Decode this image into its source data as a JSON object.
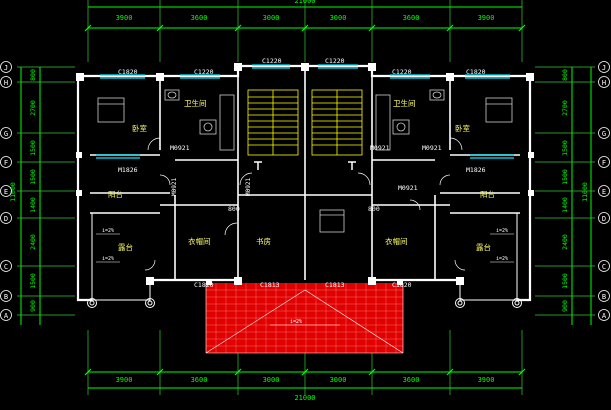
{
  "colors": {
    "background": "#000000",
    "dimension": "#00ff00",
    "grid_axis": "#33cc33",
    "wall": "#ffffff",
    "wall_fill": "#c8c8c8",
    "window": "#00e5ff",
    "room_text": "#ffff66",
    "annotation": "#ffffff",
    "bubble": "#ffffff",
    "terrace": "#e00000",
    "stair": "#ffff00",
    "furniture": "#cccccc"
  },
  "dimensions": {
    "top_segments": [
      "3900",
      "3600",
      "3000",
      "3000",
      "3600",
      "3900"
    ],
    "bottom_segments": [
      "3900",
      "3600",
      "3000",
      "3000",
      "3600",
      "3900"
    ],
    "bottom_total": "21000",
    "top_total": "21000",
    "left_segments": [
      "800",
      "2700",
      "1500",
      "1500",
      "1400",
      "2400",
      "1500",
      "900"
    ],
    "left_total": "11000",
    "right_segments": [
      "800",
      "2700",
      "1500",
      "1500",
      "1400",
      "2400",
      "1500",
      "900"
    ],
    "right_total": "11000"
  },
  "axes": {
    "left": [
      "J",
      "H",
      "G",
      "F",
      "E",
      "D",
      "C",
      "B",
      "A"
    ],
    "right": [
      "J",
      "H",
      "G",
      "F",
      "E",
      "D",
      "C",
      "B",
      "A"
    ]
  },
  "rooms": {
    "bedroom_left": "卧室",
    "bedroom_right": "卧室",
    "bath_left": "卫生间",
    "bath_right": "卫生间",
    "balcony_left": "阳台",
    "balcony_right": "阳台",
    "terrace_left": "露台",
    "terrace_right": "露台",
    "closet_left": "衣帽间",
    "closet_right": "衣帽间",
    "study": "书房"
  },
  "labels": {
    "win_c1820_tl": "C1820",
    "win_c1220_l": "C1220",
    "win_c1220_cl": "C1220",
    "win_c1220_cr": "C1220",
    "win_c1220_r": "C1220",
    "win_c1820_tr": "C1820",
    "door_m0921_l1": "M0921",
    "door_m0921_l2": "M0921",
    "door_m0921_c": "M0921",
    "door_m0921_r1": "M0921",
    "door_m0921_r2": "M0921",
    "door_m0921_r3": "M0921",
    "door_m1826_l": "M1826",
    "door_m1826_r": "M1826",
    "m0800_l": "800",
    "m0800_r": "800",
    "win_c1820_bl": "C1820",
    "win_c1813_l": "C1813",
    "win_c1813_r": "C1813",
    "win_c1820_br": "C1820",
    "slope_1": "i=2%",
    "slope_2": "i=2%",
    "slope_3": "i=2%",
    "slope_4": "i=2%",
    "slope_5": "i=2%"
  }
}
